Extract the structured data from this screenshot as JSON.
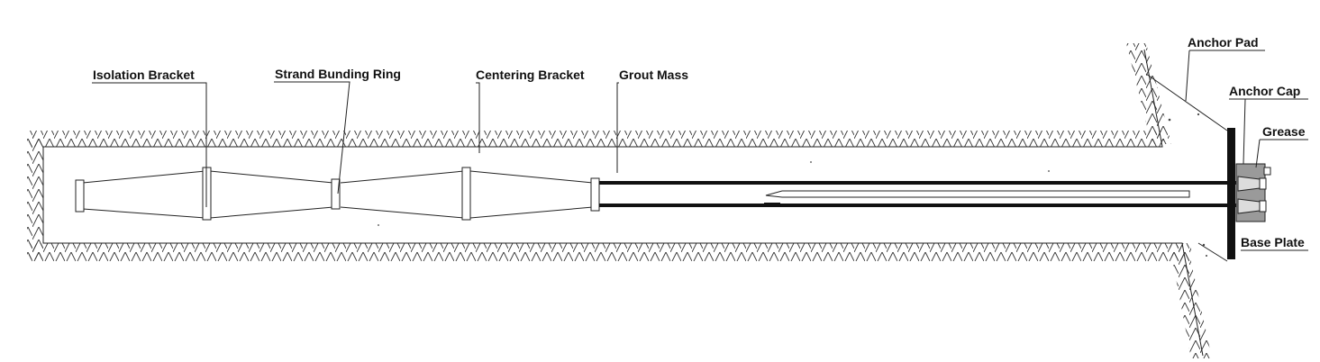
{
  "labels": {
    "isolation_bracket": "Isolation Bracket",
    "strand_bunding_ring": "Strand Bunding Ring",
    "centering_bracket": "Centering Bracket",
    "grout_mass": "Grout Mass",
    "anchor_pad": "Anchor Pad",
    "anchor_cap": "Anchor Cap",
    "grease": "Grease",
    "base_plate": "Base Plate"
  },
  "colors": {
    "line": "#222222",
    "tendon": "#111111",
    "anchor_cap_fill": "#9a9a9a",
    "base_plate": "#111111"
  }
}
